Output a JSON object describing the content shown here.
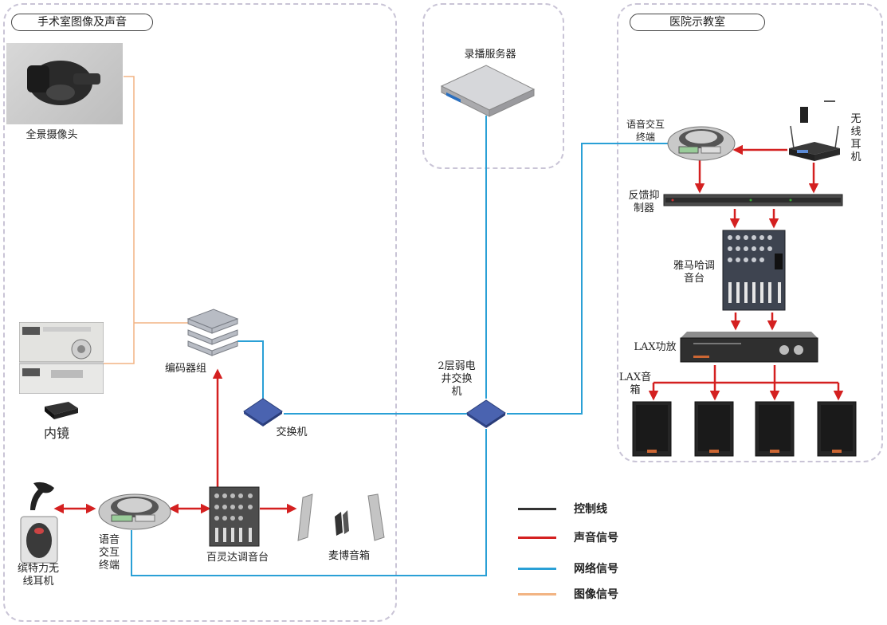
{
  "zones": {
    "or_title": "手术室图像及声音",
    "server_zone": "",
    "teach_title": "医院示教室"
  },
  "labels": {
    "pano_camera": "全景摄像头",
    "endoscope": "内镜",
    "encoder_group": "编码器组",
    "switch": "交换机",
    "weak_switch": "2层弱电\n井交换\n机",
    "rec_server": "录播服务器",
    "or_voice_terminal": "语音\n交互\n终端",
    "or_headset": "缤特力无\n线耳机",
    "behringer_mixer": "百灵达调音台",
    "mackie_speaker": "麦博音箱",
    "teach_voice_terminal": "语音交互\n终端",
    "wireless_mic": "无\n线\n耳\n机",
    "feedback_suppressor": "反馈抑\n制器",
    "yamaha_mixer": "雅马哈调\n音台",
    "lax_amp": "LAX功放",
    "lax_speaker": "LAX音\n箱"
  },
  "legend": [
    {
      "label": "控制线",
      "color": "#333333"
    },
    {
      "label": "声音信号",
      "color": "#d42020"
    },
    {
      "label": "网络信号",
      "color": "#2aa0d6"
    },
    {
      "label": "图像信号",
      "color": "#f2b483"
    }
  ],
  "colors": {
    "audio": "#d42020",
    "network": "#2aa0d6",
    "video": "#f2b483",
    "zone_border": "#c9c4d6"
  }
}
